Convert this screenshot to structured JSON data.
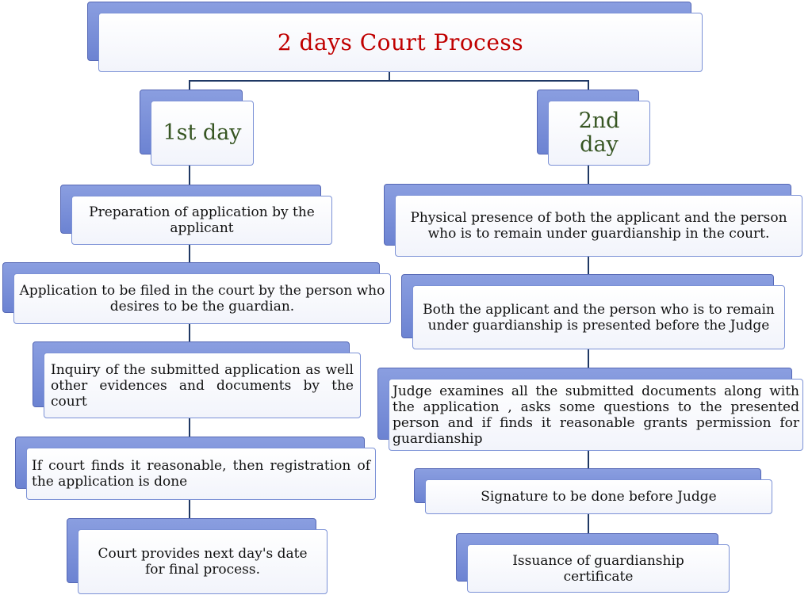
{
  "title": "2 days Court Process",
  "day1": {
    "label": "1st day",
    "steps": [
      "Preparation of application by the applicant",
      "Application to be filed in the court by the person who desires to be the guardian.",
      "Inquiry of the submitted application as well other evidences and documents by the court",
      "If court finds it reasonable, then registration of the application is done",
      "Court provides next day's date for final process."
    ]
  },
  "day2": {
    "label": "2nd day",
    "steps": [
      "Physical presence of both the applicant and the person who is to remain under guardianship in the court.",
      "Both the applicant and the person who is to remain under guardianship is presented before the Judge",
      "Judge examines all the submitted documents along with the application , asks some questions to the presented person and if finds it reasonable grants permission for guardianship",
      "Signature to be done before Judge",
      "Issuance of guardianship certificate"
    ]
  },
  "colors": {
    "title": "#c00000",
    "day_label": "#375623",
    "shadow_box": "#7a8fd8",
    "front_border": "#7b91d6",
    "connector": "#1f3864"
  }
}
